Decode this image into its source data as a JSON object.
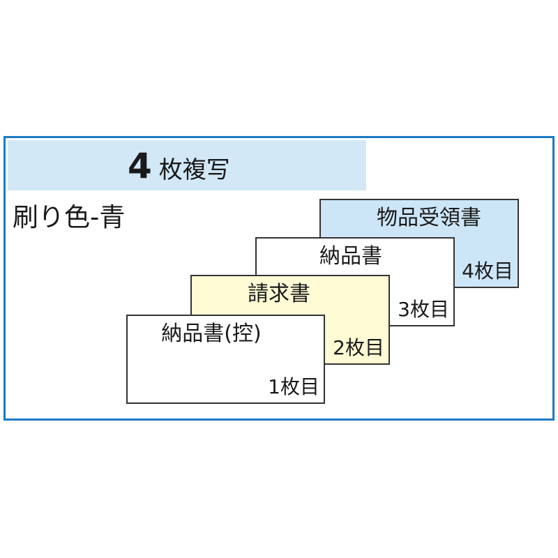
{
  "header": {
    "copies_number": "4",
    "copies_label": "枚複写"
  },
  "ink_color_label": "刷り色-青",
  "sheets": [
    {
      "name": "納品書(控)",
      "count": "1枚目",
      "color": "#ffffff"
    },
    {
      "name": "請求書",
      "count": "2枚目",
      "color": "#fffbd4"
    },
    {
      "name": "納品書",
      "count": "3枚目",
      "color": "#ffffff"
    },
    {
      "name": "物品受領書",
      "count": "4枚目",
      "color": "#cde6f7"
    }
  ],
  "colors": {
    "frame_border": "#1b7ac4",
    "title_band": "#d2e8f7"
  }
}
